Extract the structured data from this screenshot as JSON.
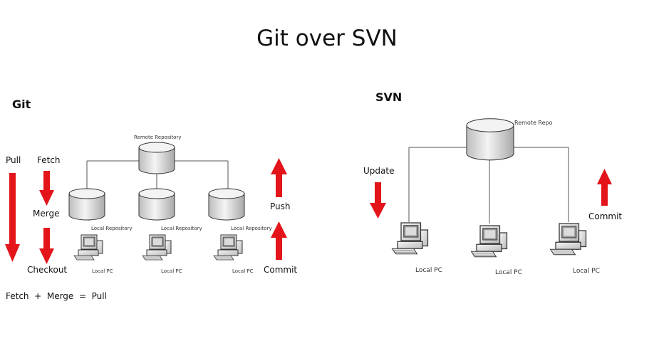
{
  "title": "Git over SVN",
  "git": {
    "heading": "Git",
    "remote_label": "Remote Repository",
    "local_repo_labels": [
      "Local Repository",
      "Local Repository",
      "Local Repository"
    ],
    "local_pc_labels": [
      "Local PC",
      "Local PC",
      "Local PC"
    ],
    "pull_label": "Pull",
    "fetch_label": "Fetch",
    "merge_label": "Merge",
    "checkout_label": "Checkout",
    "push_label": "Push",
    "commit_label": "Commit",
    "formula": "Fetch  +  Merge  =  Pull"
  },
  "svn": {
    "heading": "SVN",
    "remote_label": "Remote Repo",
    "local_pc_labels": [
      "Local PC",
      "Local PC",
      "Local PC"
    ],
    "update_label": "Update",
    "commit_label": "Commit"
  },
  "colors": {
    "arrow": "#e3151a",
    "cylinder_top": "#f2f2f2",
    "cylinder_body": "#d6d6d6"
  },
  "icons": [
    "database-cylinder-icon",
    "desktop-pc-icon",
    "red-arrow-icon"
  ]
}
